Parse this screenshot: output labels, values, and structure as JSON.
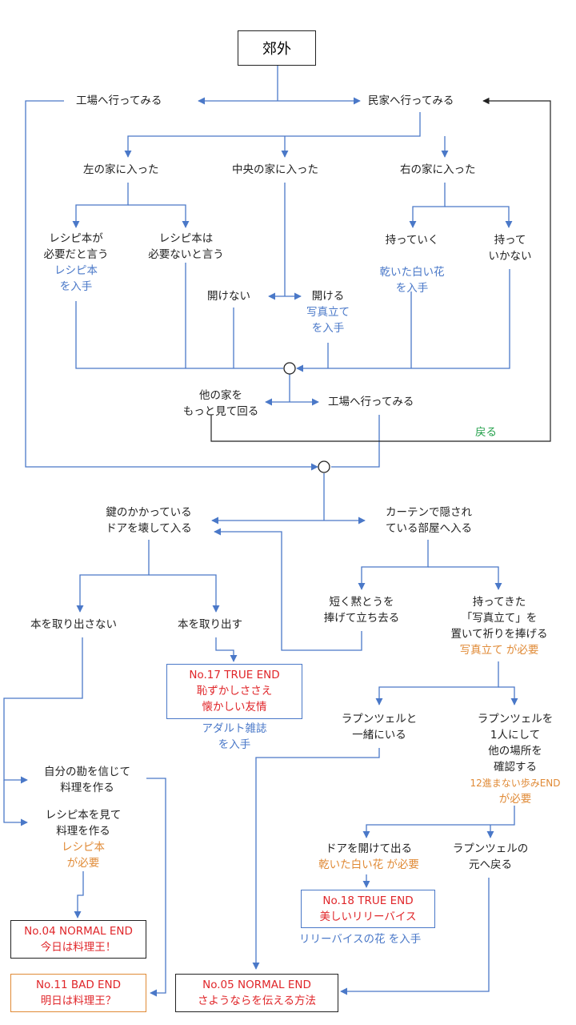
{
  "title": "郊外",
  "labels": {
    "factory_top": "工場へ行ってみる",
    "house_visit": "民家へ行ってみる",
    "left_house": "左の家に入った",
    "center_house": "中央の家に入った",
    "right_house": "右の家に入った",
    "recipe_needed_1": "レシピ本が",
    "recipe_needed_2": "必要だと言う",
    "recipe_get_1": "レシピ本",
    "recipe_get_2": "を入手",
    "recipe_not_1": "レシピ本は",
    "recipe_not_2": "必要ないと言う",
    "take_it": "持っていく",
    "flower_get_1": "乾いた白い花",
    "flower_get_2": "を入手",
    "not_take_1": "持って",
    "not_take_2": "いかない",
    "cannot_open": "開けない",
    "open": "開ける",
    "photo_get_1": "写真立て",
    "photo_get_2": "を入手",
    "other_houses_1": "他の家を",
    "other_houses_2": "もっと見て回る",
    "factory_mid": "工場へ行ってみる",
    "back": "戻る",
    "locked_door_1": "鍵のかかっている",
    "locked_door_2": "ドアを壊して入る",
    "curtain_1": "カーテンで隠され",
    "curtain_2": "ている部屋へ入る",
    "silent_1": "短く黙とうを",
    "silent_2": "捧げて立ち去る",
    "pray_1": "持ってきた",
    "pray_2": "「写真立て」を",
    "pray_3": "置いて祈りを捧げる",
    "photo_needed": "写真立て が必要",
    "no_book": "本を取り出さない",
    "take_book": "本を取り出す",
    "magazine_1": "アダルト雑誌",
    "magazine_2": "を入手",
    "with_rapunzel_1": "ラプンツェルと",
    "with_rapunzel_2": "一緒にいる",
    "alone_1": "ラプンツェルを",
    "alone_2": "1人にして",
    "alone_3": "他の場所を",
    "alone_4": "確認する",
    "end12_needed_1": "12進まない歩みEND",
    "end12_needed_2": "が必要",
    "trust_1": "自分の勘を信じて",
    "trust_2": "料理を作る",
    "see_recipe_1": "レシピ本を見て",
    "see_recipe_2": "料理を作る",
    "recipe_needed_o_1": "レシピ本",
    "recipe_needed_o_2": "が必要",
    "open_door": "ドアを開けて出る",
    "flower_needed": "乾いた白い花 が必要",
    "return_1": "ラプンツェルの",
    "return_2": "元へ戻る",
    "lily_get": "リリーバイスの花 を入手"
  },
  "endings": {
    "end17": {
      "line1": "No.17 TRUE END",
      "line2": "恥ずかしささえ",
      "line3": "懐かしい友情"
    },
    "end18": {
      "line1": "No.18 TRUE END",
      "line2": "美しいリリーバイス"
    },
    "end04": {
      "line1": "No.04 NORMAL END",
      "line2": "今日は料理王！"
    },
    "end11": {
      "line1": "No.11 BAD END",
      "line2": "明日は料理王？"
    },
    "end05": {
      "line1": "No.05 NORMAL END",
      "line2": "さようならを伝える方法"
    }
  },
  "colors": {
    "connector": "#4a78c8",
    "back_line": "#222222",
    "item_get": "#4a78c8",
    "requirement": "#e08a36",
    "ending_text": "#e0262a",
    "back_label": "#22a04a"
  }
}
